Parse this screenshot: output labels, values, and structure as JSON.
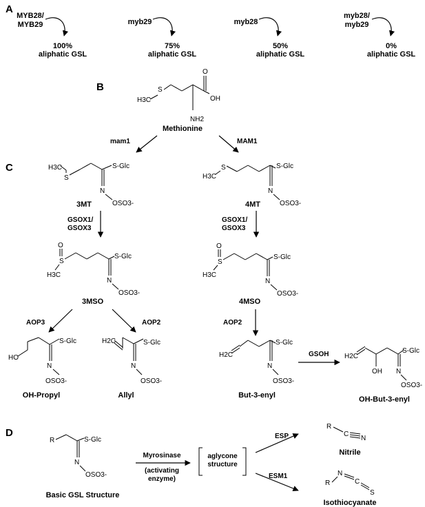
{
  "panels": {
    "a": "A",
    "b": "B",
    "c": "C",
    "d": "D"
  },
  "panel_a": {
    "items": [
      {
        "genotype_line1": "MYB28/",
        "genotype_line2": "MYB29",
        "percent": "100%",
        "unit": "aliphatic GSL"
      },
      {
        "genotype_line1": "myb29",
        "genotype_line2": "",
        "percent": "75%",
        "unit": "aliphatic GSL"
      },
      {
        "genotype_line1": "myb28",
        "genotype_line2": "",
        "percent": "50%",
        "unit": "aliphatic GSL"
      },
      {
        "genotype_line1": "myb28/",
        "genotype_line2": "myb29",
        "percent": "0%",
        "unit": "aliphatic GSL"
      }
    ]
  },
  "atoms": {
    "s": "S",
    "h3c": "H3C",
    "h2c": "H2C",
    "oh": "OH",
    "ho": "HO",
    "o": "O",
    "nh2": "NH2",
    "n": "N",
    "sglc": "S-Glc",
    "oso3": "OSO3-",
    "r": "R",
    "c": "C"
  },
  "compounds": {
    "methionine": "Methionine",
    "m3mt": "3MT",
    "m4mt": "4MT",
    "m3mso": "3MSO",
    "m4mso": "4MSO",
    "ohpropyl": "OH-Propyl",
    "allyl": "Allyl",
    "but3enyl": "But-3-enyl",
    "ohbut3enyl": "OH-But-3-enyl",
    "basic": "Basic GSL Structure",
    "aglycone_line1": "aglycone",
    "aglycone_line2": "structure",
    "nitrile": "Nitrile",
    "isothiocyanate": "Isothiocyanate"
  },
  "enzymes": {
    "mam1_lower": "mam1",
    "mam1_upper": "MAM1",
    "gsox_line1": "GSOX1/",
    "gsox_line2": "GSOX3",
    "aop3": "AOP3",
    "aop2": "AOP2",
    "gsoh": "GSOH",
    "myrosinase": "Myrosinase",
    "activating_line1": "(activating",
    "activating_line2": "enzyme)",
    "esp": "ESP",
    "esm1": "ESM1"
  }
}
